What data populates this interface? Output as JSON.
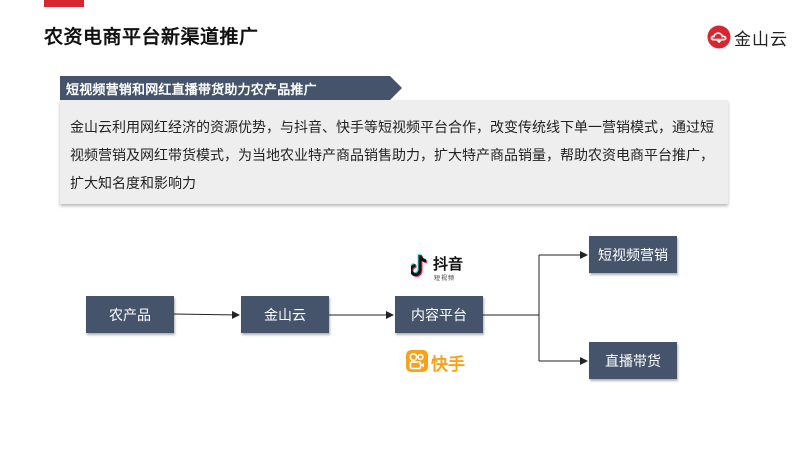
{
  "header": {
    "title": "农资电商平台新渠道推广",
    "logo_text": "金山云",
    "accent_color": "#d7262f"
  },
  "section": {
    "banner_title": "短视频营销和网红直播带货助力农产品推广",
    "description": "金山云利用网红经济的资源优势，与抖音、快手等短视频平台合作，改变传统线下单一营销模式，通过短视频营销及网红带货模式，为当地农业特产商品销售助力，扩大特产商品销量，帮助农资电商平台推广，扩大知名度和影响力"
  },
  "flow": {
    "nodes": [
      "农产品",
      "金山云",
      "内容平台",
      "短视频营销",
      "直播带货"
    ],
    "node_color": "#45546b",
    "platforms": {
      "douyin": {
        "name": "抖音",
        "subtitle": "短视频"
      },
      "kuaishou": {
        "name": "快手"
      }
    }
  }
}
